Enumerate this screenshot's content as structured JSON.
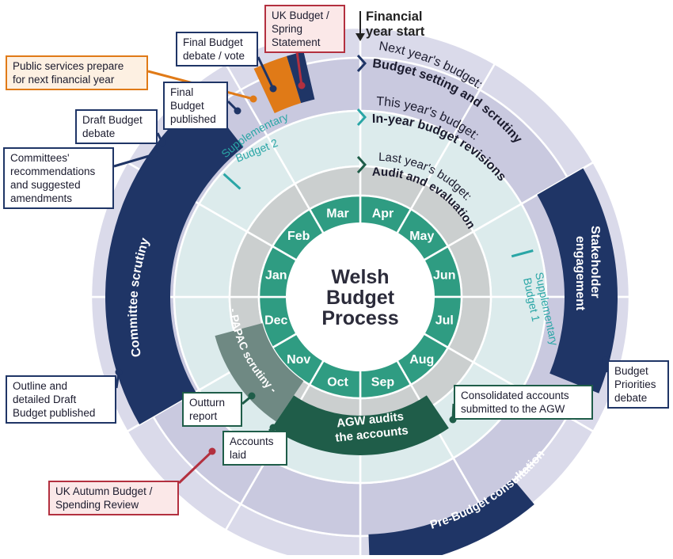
{
  "center": {
    "line1": "Welsh",
    "line2": "Budget",
    "line3": "Process"
  },
  "months": [
    "Apr",
    "May",
    "Jun",
    "Jul",
    "Aug",
    "Sep",
    "Oct",
    "Nov",
    "Dec",
    "Jan",
    "Feb",
    "Mar"
  ],
  "rings": {
    "next_year": {
      "line1": "Next year's budget:",
      "line2": "Budget setting and scrutiny"
    },
    "this_year": {
      "line1": "This year's budget:",
      "line2": "In-year budget revisions"
    },
    "last_year": {
      "line1": "Last year's budget:",
      "line2": "Audit and evaluation"
    }
  },
  "arcs": {
    "committee_scrutiny": "Committee scrutiny",
    "stakeholder_engagement": {
      "line1": "Stakeholder",
      "line2": "engagement"
    },
    "pre_budget_consultation": "Pre-Budget consultation",
    "supplementary_budget_1": {
      "line1": "Supplementary",
      "line2": "Budget 1"
    },
    "supplementary_budget_2": {
      "line1": "Supplementary",
      "line2": "Budget 2"
    },
    "papac_scrutiny": "- PAPAC scrutiny -",
    "agw_audits": {
      "line1": "AGW audits",
      "line2": "the accounts"
    }
  },
  "financial_year_start": {
    "line1": "Financial",
    "line2": "year start"
  },
  "callouts": {
    "uk_budget": {
      "line1": "UK Budget /",
      "line2": "Spring",
      "line3": "Statement"
    },
    "final_budget_debate": {
      "line1": "Final Budget",
      "line2": "debate / vote"
    },
    "public_services": {
      "line1": "Public services prepare",
      "line2": "for next financial year"
    },
    "final_budget_published": {
      "line1": "Final",
      "line2": "Budget",
      "line3": "published"
    },
    "draft_budget_debate": {
      "line1": "Draft Budget",
      "line2": "debate"
    },
    "committees_recommendations": {
      "line1": "Committees'",
      "line2": "recommendations",
      "line3": "and suggested",
      "line4": "amendments"
    },
    "outline_draft_budget": {
      "line1": "Outline and",
      "line2": "detailed Draft",
      "line3": "Budget published"
    },
    "uk_autumn_budget": {
      "line1": "UK Autumn Budget /",
      "line2": "Spending Review"
    },
    "accounts_laid": {
      "line1": "Accounts",
      "line2": "laid"
    },
    "outturn_report": {
      "line1": "Outturn",
      "line2": "report"
    },
    "consolidated_accounts": {
      "line1": "Consolidated accounts",
      "line2": "submitted to the AGW"
    },
    "budget_priorities_debate": {
      "line1": "Budget",
      "line2": "Priorities",
      "line3": "debate"
    }
  },
  "colors": {
    "navy": "#1f3566",
    "lavender": "#c9c9df",
    "pale_lavender": "#dadaea",
    "pale_teal": "#dcebec",
    "grey": "#cbcfcf",
    "month_green": "#2f9c82",
    "papac_grey": "#6f8983",
    "agw_green": "#1f5d49",
    "orange": "#e07a17",
    "red": "#b3303f",
    "teal_accent": "#2aa6a6"
  }
}
